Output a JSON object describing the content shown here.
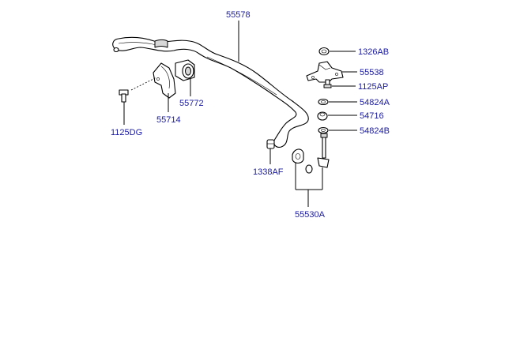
{
  "labels": {
    "p55578": "55578",
    "p1326AB": "1326AB",
    "p55538": "55538",
    "p1125AP": "1125AP",
    "p54824A": "54824A",
    "p54716": "54716",
    "p54824B": "54824B",
    "p55772": "55772",
    "p55714": "55714",
    "p1125DG": "1125DG",
    "p1338AF": "1338AF",
    "p55530A": "55530A"
  },
  "colors": {
    "label": "#1a1aa0",
    "line": "#000000"
  }
}
